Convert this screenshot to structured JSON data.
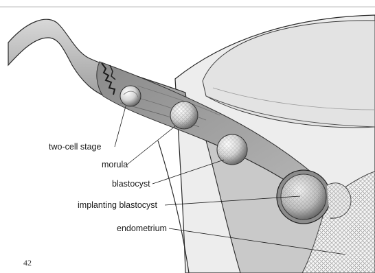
{
  "labels": {
    "two_cell": "two-cell stage",
    "morula": "morula",
    "blastocyst": "blastocyst",
    "implanting": "implanting blastocyst",
    "endometrium": "endometrium"
  },
  "page_number": "42"
}
